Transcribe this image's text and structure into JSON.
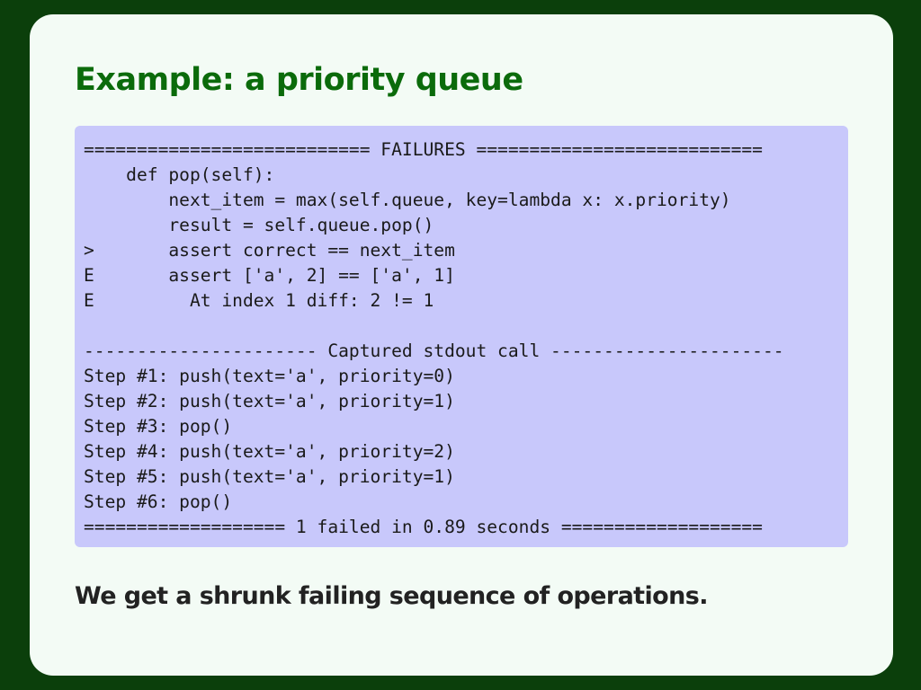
{
  "slide": {
    "title": "Example: a priority queue",
    "code_lines": [
      "=========================== FAILURES ===========================",
      "    def pop(self):",
      "        next_item = max(self.queue, key=lambda x: x.priority)",
      "        result = self.queue.pop()",
      ">       assert correct == next_item",
      "E       assert ['a', 2] == ['a', 1]",
      "E         At index 1 diff: 2 != 1",
      "",
      "---------------------- Captured stdout call ----------------------",
      "Step #1: push(text='a', priority=0)",
      "Step #2: push(text='a', priority=1)",
      "Step #3: pop()",
      "Step #4: push(text='a', priority=2)",
      "Step #5: push(text='a', priority=1)",
      "Step #6: pop()",
      "=================== 1 failed in 0.89 seconds ==================="
    ],
    "caption": "We get a shrunk failing sequence of operations."
  },
  "colors": {
    "background": "#0b3f0b",
    "slide": "#f3fbf5",
    "title": "#0b6b0b",
    "code_background": "#c8c8fb",
    "caption": "#222222"
  }
}
